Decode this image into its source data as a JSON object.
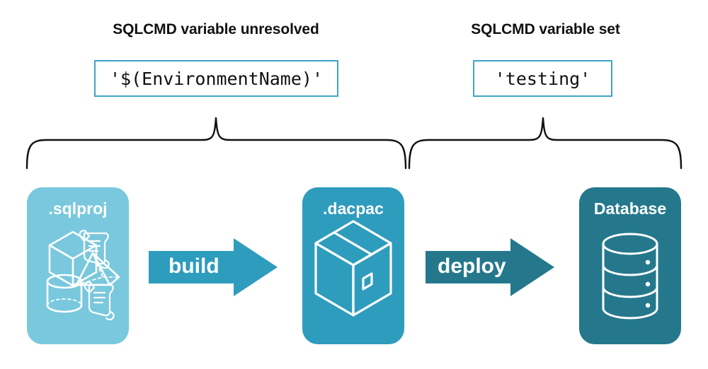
{
  "groups": [
    {
      "title": "SQLCMD variable unresolved",
      "code_value": "'$(EnvironmentName)'",
      "brace": "left-brace"
    },
    {
      "title": "SQLCMD variable set",
      "code_value": "'testing'",
      "brace": "right-brace"
    }
  ],
  "cards": [
    {
      "label": ".sqlproj",
      "color": "#79C8DD",
      "icons": [
        "cube-icon",
        "scroll-icon",
        "pyramid-icon",
        "cylinder-icon",
        "scroll-icon"
      ]
    },
    {
      "label": ".dacpac",
      "color": "#2E9CBD",
      "icons": [
        "package-box-icon"
      ]
    },
    {
      "label": "Database",
      "color": "#25788C",
      "icons": [
        "database-cylinder-icon"
      ]
    }
  ],
  "arrows": [
    {
      "label": "build",
      "color": "#2E9CBD"
    },
    {
      "label": "deploy",
      "color": "#25788C"
    }
  ],
  "colors": {
    "light_teal": "#79C8DD",
    "medium_teal": "#2E9CBD",
    "dark_teal": "#25788C",
    "border_teal": "#3FA5C4",
    "brace_black": "#111111",
    "white": "#ffffff"
  }
}
